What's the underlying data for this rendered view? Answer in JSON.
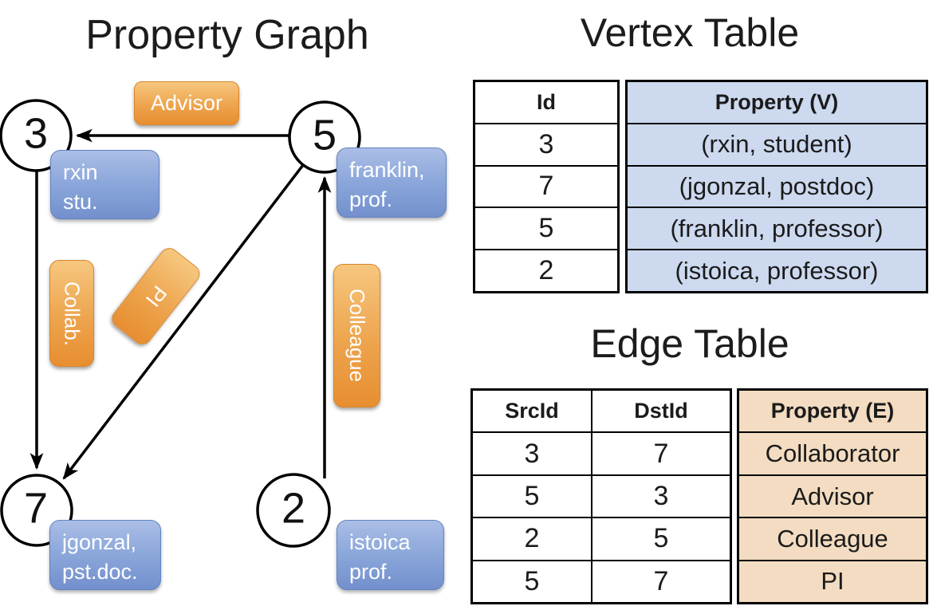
{
  "colors": {
    "node_fill": "#ffffff",
    "line_stroke": "#000000",
    "edge_label_orange": "#eda44d",
    "vertex_label_blue": "#8aa6da",
    "vertex_table_fill": "#ccd9ef",
    "edge_table_fill": "#f3dcc1"
  },
  "graph": {
    "title": "Property Graph",
    "nodes": [
      {
        "id": "3",
        "property_lines": [
          "rxin",
          "stu."
        ]
      },
      {
        "id": "5",
        "property_lines": [
          "franklin,",
          "prof."
        ]
      },
      {
        "id": "7",
        "property_lines": [
          "jgonzal,",
          "pst.doc."
        ]
      },
      {
        "id": "2",
        "property_lines": [
          "istoica",
          "prof."
        ]
      }
    ],
    "edges": [
      {
        "src": "5",
        "dst": "3",
        "label": "Advisor"
      },
      {
        "src": "3",
        "dst": "7",
        "label": "Collab."
      },
      {
        "src": "5",
        "dst": "7",
        "label": "PI"
      },
      {
        "src": "2",
        "dst": "5",
        "label": "Colleague"
      }
    ]
  },
  "vertex_table": {
    "title": "Vertex Table",
    "id_header": "Id",
    "property_header": "Property (V)",
    "rows": [
      {
        "id": "3",
        "property": "(rxin, student)"
      },
      {
        "id": "7",
        "property": "(jgonzal, postdoc)"
      },
      {
        "id": "5",
        "property": "(franklin, professor)"
      },
      {
        "id": "2",
        "property": "(istoica, professor)"
      }
    ]
  },
  "edge_table": {
    "title": "Edge Table",
    "src_header": "SrcId",
    "dst_header": "DstId",
    "property_header": "Property (E)",
    "rows": [
      {
        "src": "3",
        "dst": "7",
        "property": "Collaborator"
      },
      {
        "src": "5",
        "dst": "3",
        "property": "Advisor"
      },
      {
        "src": "2",
        "dst": "5",
        "property": "Colleague"
      },
      {
        "src": "5",
        "dst": "7",
        "property": "PI"
      }
    ]
  }
}
